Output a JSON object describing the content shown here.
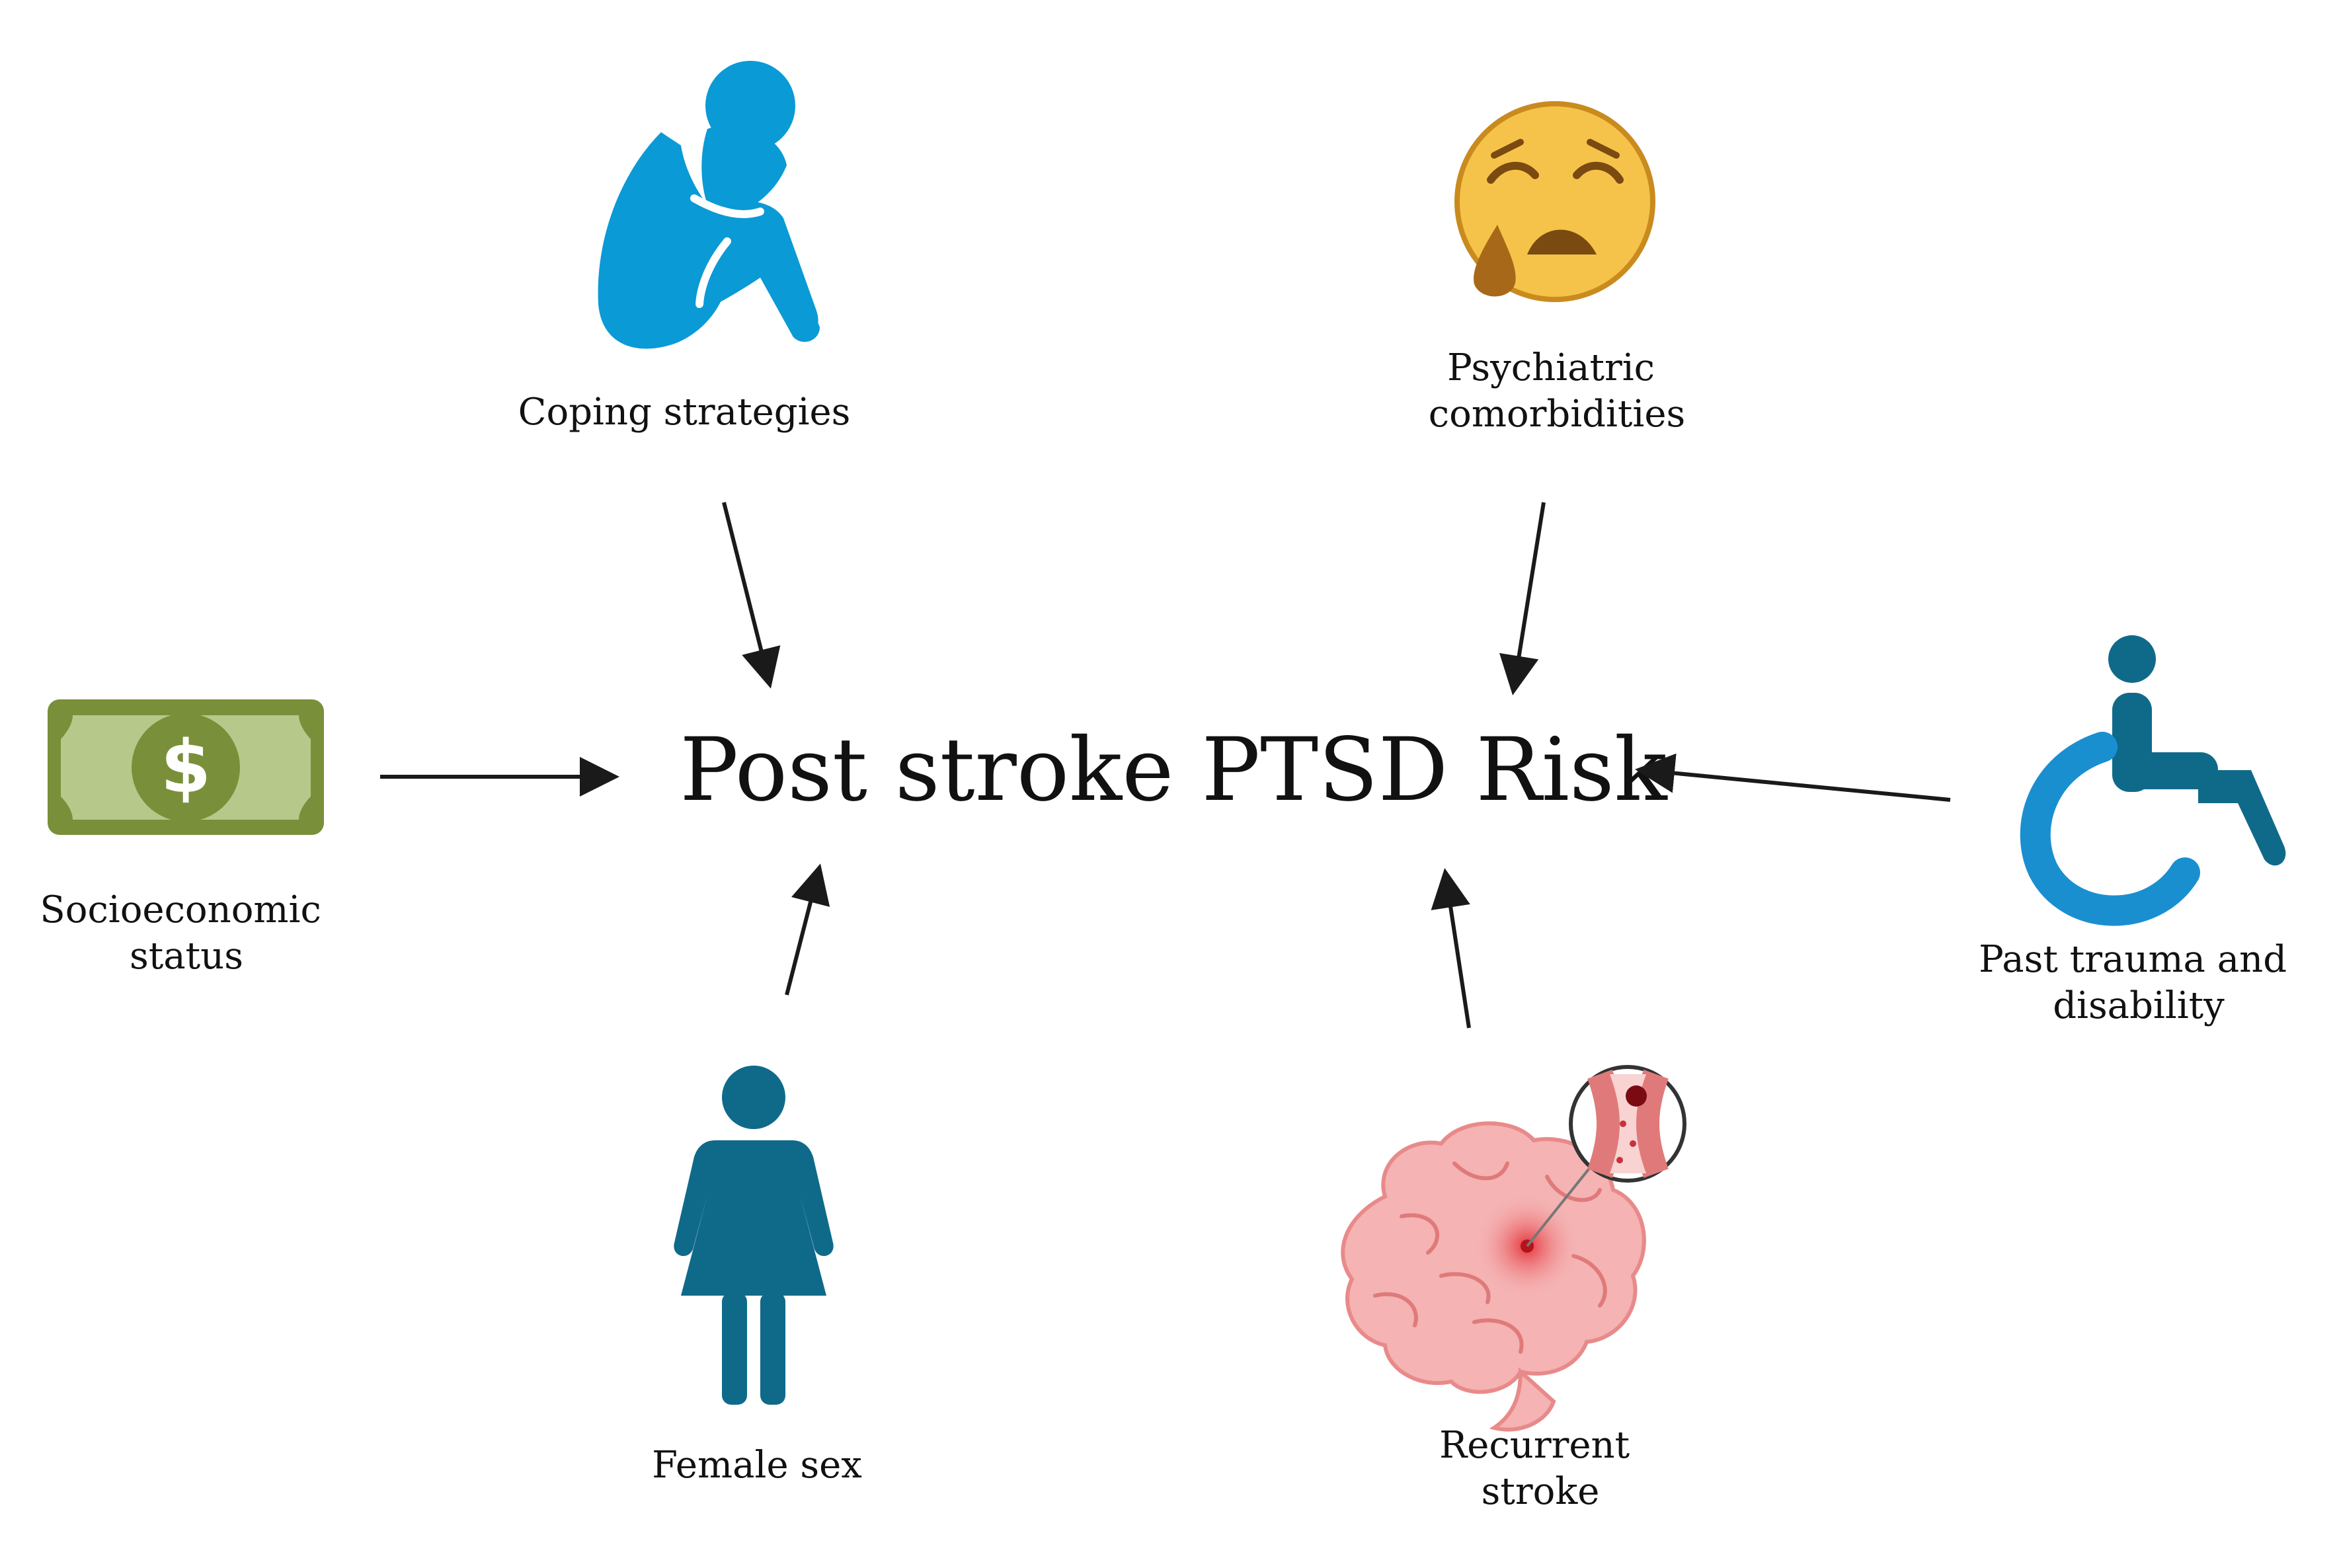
{
  "center": {
    "title": "Post stroke PTSD Risk"
  },
  "factors": {
    "coping": {
      "lines": [
        "Coping strategies"
      ],
      "icon": "person-hugging-knees-icon"
    },
    "psychiatric": {
      "lines": [
        "Psychiatric",
        "comorbidities"
      ],
      "icon": "sad-crying-face-icon"
    },
    "socioeconomic": {
      "lines": [
        "Socioeconomic",
        "status"
      ],
      "icon": "dollar-bill-icon"
    },
    "trauma": {
      "lines": [
        "Past trauma and",
        "disability"
      ],
      "icon": "wheelchair-icon"
    },
    "female": {
      "lines": [
        "Female sex"
      ],
      "icon": "female-figure-icon"
    },
    "stroke": {
      "lines": [
        "Recurrent",
        "stroke"
      ],
      "icon": "brain-clot-icon"
    }
  },
  "colors": {
    "person_blue": "#0a9ad6",
    "money_green": "#7a8f3a",
    "money_light": "#b6c98a",
    "emoji_yellow": "#f6c34a",
    "emoji_outline": "#c98b1e",
    "teal": "#0f6a8a",
    "wheelchair_blue": "#1a8fd0",
    "brain_pink": "#f5b3b3",
    "arrow": "#1a1a1a"
  }
}
